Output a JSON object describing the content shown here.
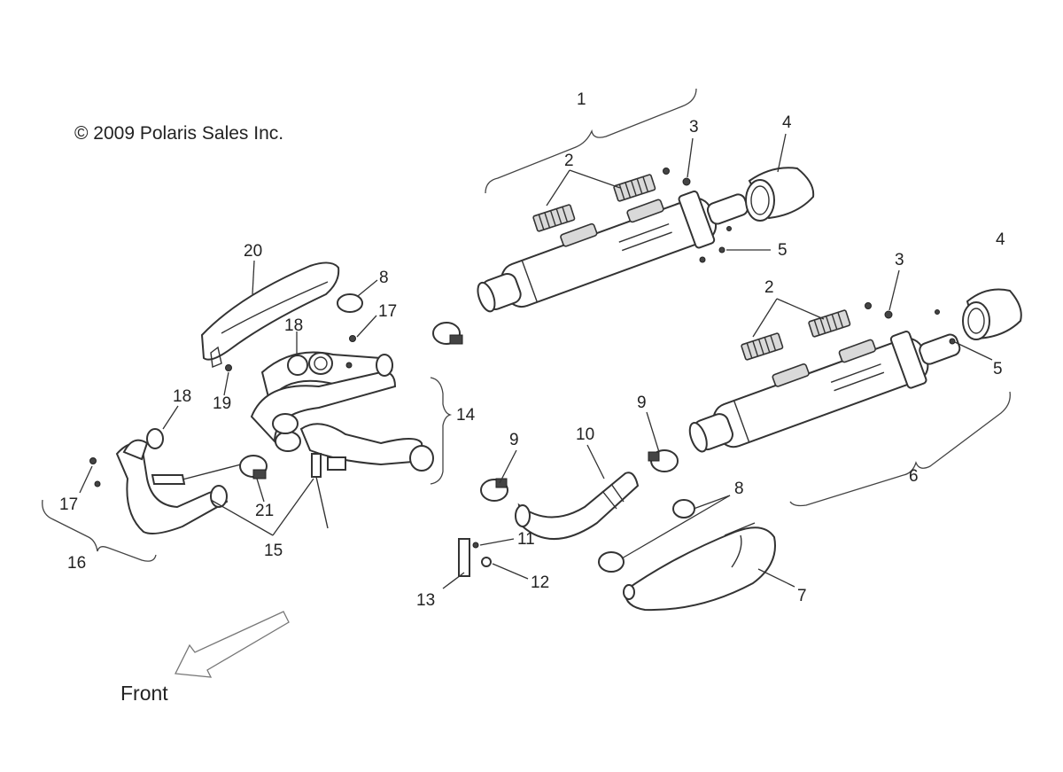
{
  "copyright": "© 2009 Polaris Sales Inc.",
  "direction_label": "Front",
  "callouts": {
    "c1": "1",
    "c2a": "2",
    "c2b": "2",
    "c3a": "3",
    "c3b": "3",
    "c4a": "4",
    "c4b": "4",
    "c5a": "5",
    "c5b": "5",
    "c6": "6",
    "c7": "7",
    "c8a": "8",
    "c8b": "8",
    "c9a": "9",
    "c9b": "9",
    "c10": "10",
    "c11": "11",
    "c12": "12",
    "c13": "13",
    "c14": "14",
    "c15": "15",
    "c16": "16",
    "c17a": "17",
    "c17b": "17",
    "c18a": "18",
    "c18b": "18",
    "c19": "19",
    "c20": "20",
    "c21": "21"
  }
}
